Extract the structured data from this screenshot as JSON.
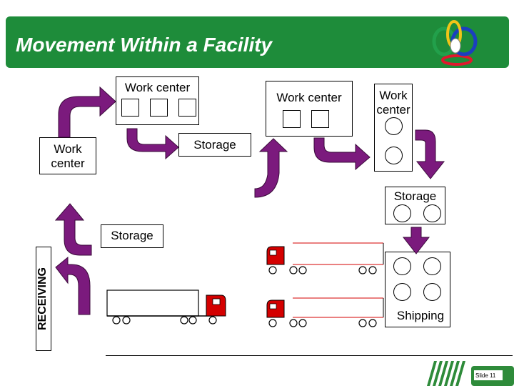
{
  "title": "Movement Within a Facility",
  "labels": {
    "wc1": "Work center",
    "wc2": "Work center",
    "wc3": "Work center",
    "wc4": "Work center",
    "storage1": "Storage",
    "storage2": "Storage",
    "storage3": "Storage",
    "receiving": "RECEIVING",
    "shipping": "Shipping"
  },
  "footer": {
    "slide": "Slide 11"
  },
  "colors": {
    "title_bg": "#1e8c3a",
    "arrow": "#7b1a7d",
    "truck_red": "#d40000",
    "logo_green": "#2e8b3a"
  },
  "icons": {
    "logo": "interlocking-rings-logo",
    "company_logo": "company-logo"
  }
}
